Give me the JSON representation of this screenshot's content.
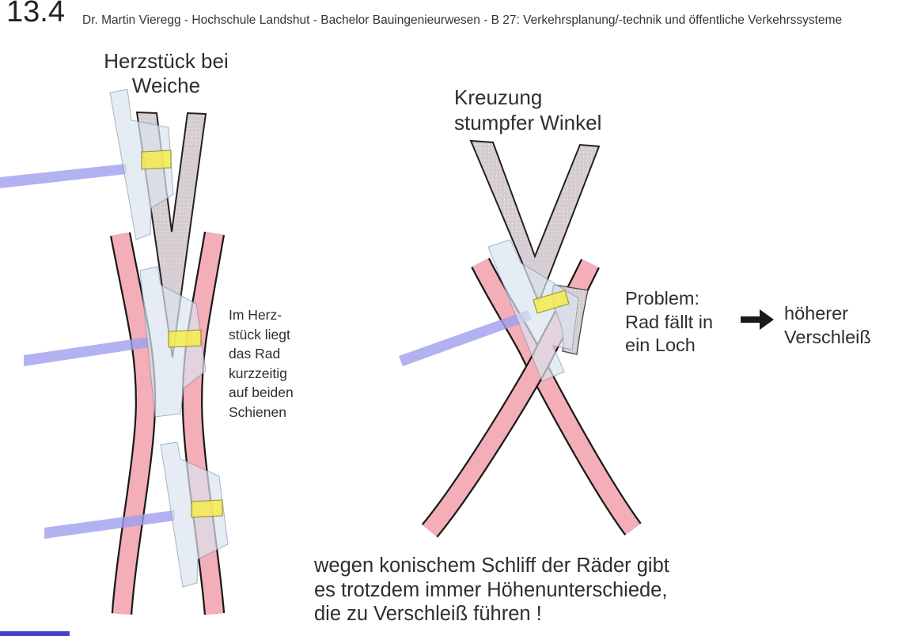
{
  "slide": {
    "number": "13.4",
    "header": "Dr. Martin Vieregg - Hochschule Landshut - Bachelor Bauingenieurwesen - B 27: Verkehrsplanung/-technik und öffentliche Verkehrssysteme"
  },
  "left_diagram": {
    "title_line1": "Herzstück bei",
    "title_line2": "Weiche",
    "annotation_lines": [
      "Im Herz-",
      "stück liegt",
      "das Rad",
      "kurzzeitig",
      "auf beiden",
      "Schienen"
    ]
  },
  "right_diagram": {
    "title_line1": "Kreuzung",
    "title_line2": "stumpfer Winkel",
    "problem_lines": [
      "Problem:",
      "Rad fällt in",
      "ein Loch"
    ],
    "consequence_lines": [
      "höherer",
      "Verschleiß"
    ]
  },
  "footer_note_lines": [
    "wegen konischem Schliff der Räder gibt",
    "es trotzdem immer Höhenunterschiede,",
    "die zu Verschleiß führen !"
  ],
  "icons": {
    "problem_arrow": "arrow-right"
  },
  "colors": {
    "rail_pink": "#f4aeb8",
    "frog_gray": "#d5cdd2",
    "wheel_blue": "#dce4ef",
    "contact_yellow": "#f6ec4e",
    "axle_purple": "#9f9fef",
    "outline_black": "#1a1a1a",
    "text": "#2e2e2e",
    "bottom_bar_blue": "#4343cb"
  }
}
